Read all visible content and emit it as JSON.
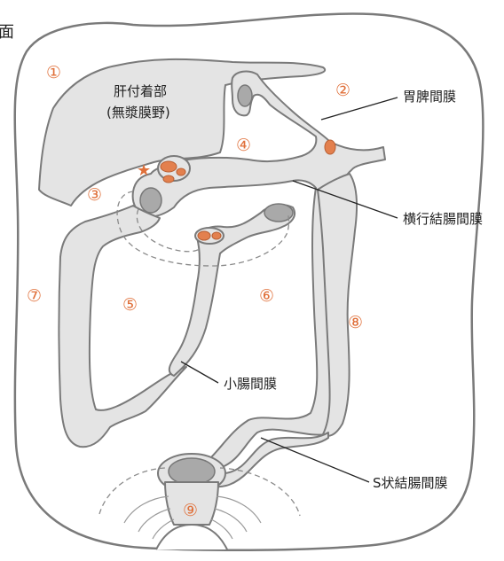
{
  "corner_fragment": "面",
  "liver": {
    "name": "肝付着部",
    "note": "(無漿膜野)"
  },
  "labels": {
    "gastrosplenic": "胃脾間膜",
    "transverse_mesocolon": "横行結腸間膜",
    "small_mesentery": "小腸間膜",
    "sigmoid_mesocolon": "S状結腸間膜"
  },
  "markers": {
    "star": "★",
    "regions": [
      "①",
      "②",
      "③",
      "④",
      "⑤",
      "⑥",
      "⑦",
      "⑧",
      "⑨"
    ]
  },
  "colors": {
    "outline": "#7a7a7a",
    "membrane_fill": "#e4e4e4",
    "vessel": "#a9a9a9",
    "accent": "#e3804e",
    "number_color": "#e0703a",
    "star_color": "#e0703a"
  }
}
